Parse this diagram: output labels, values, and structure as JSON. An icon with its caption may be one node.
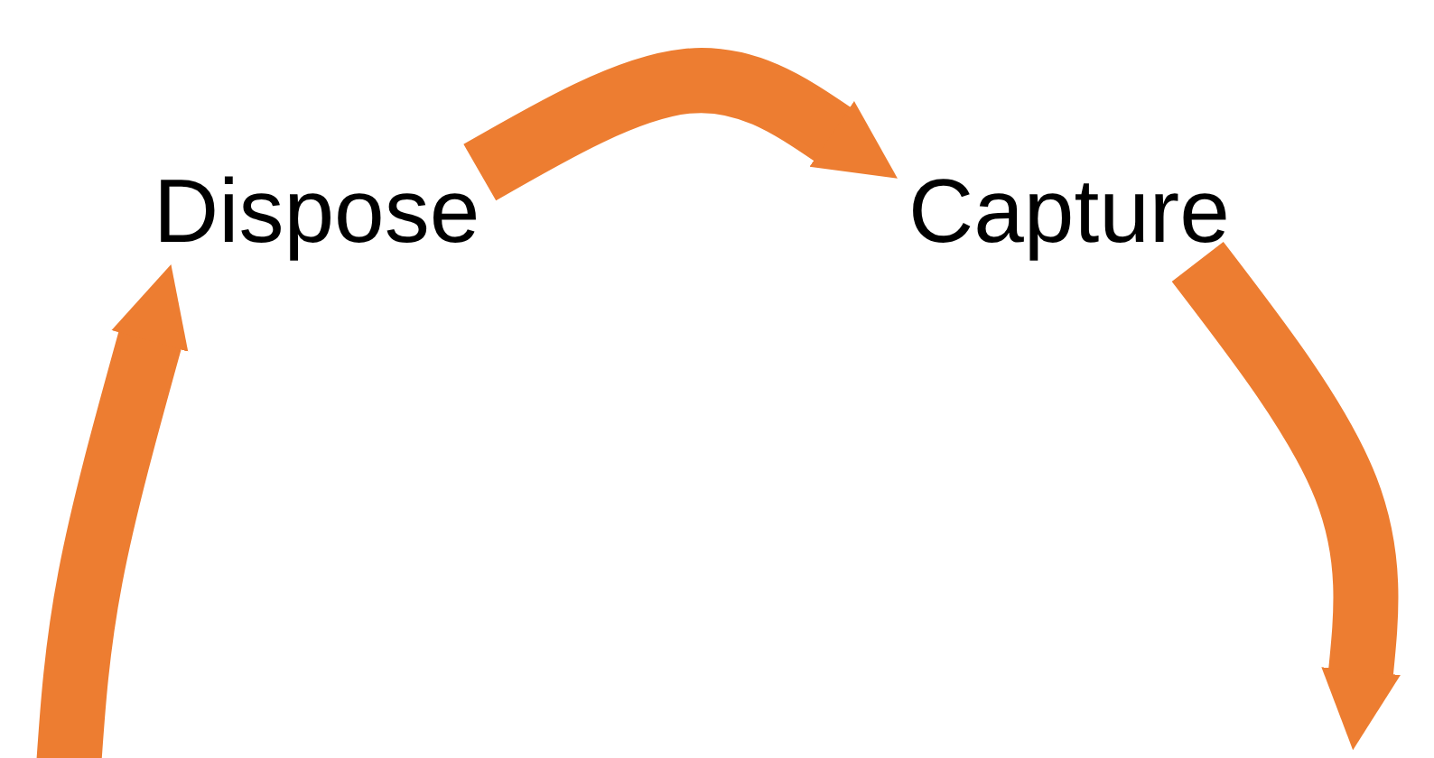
{
  "diagram": {
    "nodes": [
      {
        "text": [
          "Dispose"
        ]
      },
      {
        "text": [
          "Capture"
        ]
      }
    ],
    "edges": [
      {
        "from": 0,
        "to": 1,
        "arrow": "to"
      },
      {
        "from": 1,
        "to": null,
        "arrow": "to"
      },
      {
        "from": null,
        "to": 0,
        "arrow": "to"
      }
    ]
  }
}
